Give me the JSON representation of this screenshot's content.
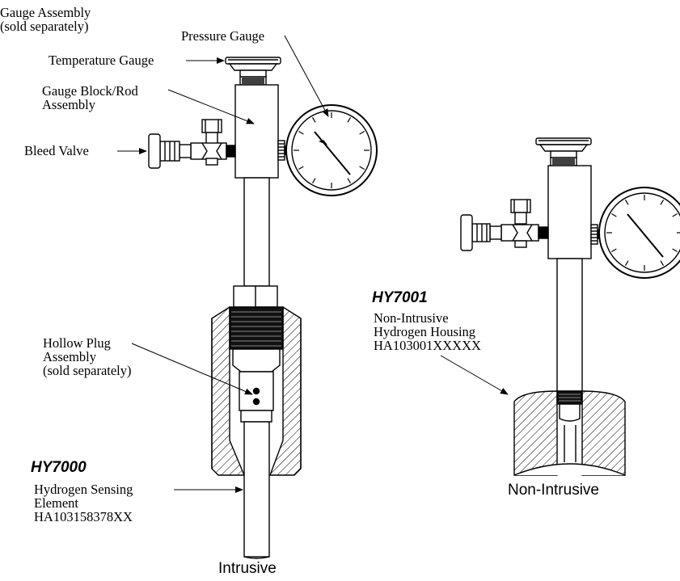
{
  "labels": {
    "gauge_assembly": [
      "Gauge Assembly",
      "(sold separately)"
    ],
    "pressure_gauge": "Pressure Gauge",
    "temperature_gauge": "Temperature Gauge",
    "gauge_block": [
      "Gauge Block/Rod",
      "Assembly"
    ],
    "bleed_valve": "Bleed Valve",
    "hollow_plug": [
      "Hollow Plug",
      "Assembly",
      "(sold separately)"
    ],
    "hy7000": {
      "model": "HY7000",
      "lines": [
        "Hydrogen Sensing",
        "Element",
        "HA103158378XX"
      ]
    },
    "hy7001": {
      "model": "HY7001",
      "lines": [
        "Non-Intrusive",
        "Hydrogen Housing",
        "HA103001XXXXX"
      ]
    }
  },
  "captions": {
    "intrusive": "Intrusive",
    "non_intrusive": "Non-Intrusive"
  }
}
